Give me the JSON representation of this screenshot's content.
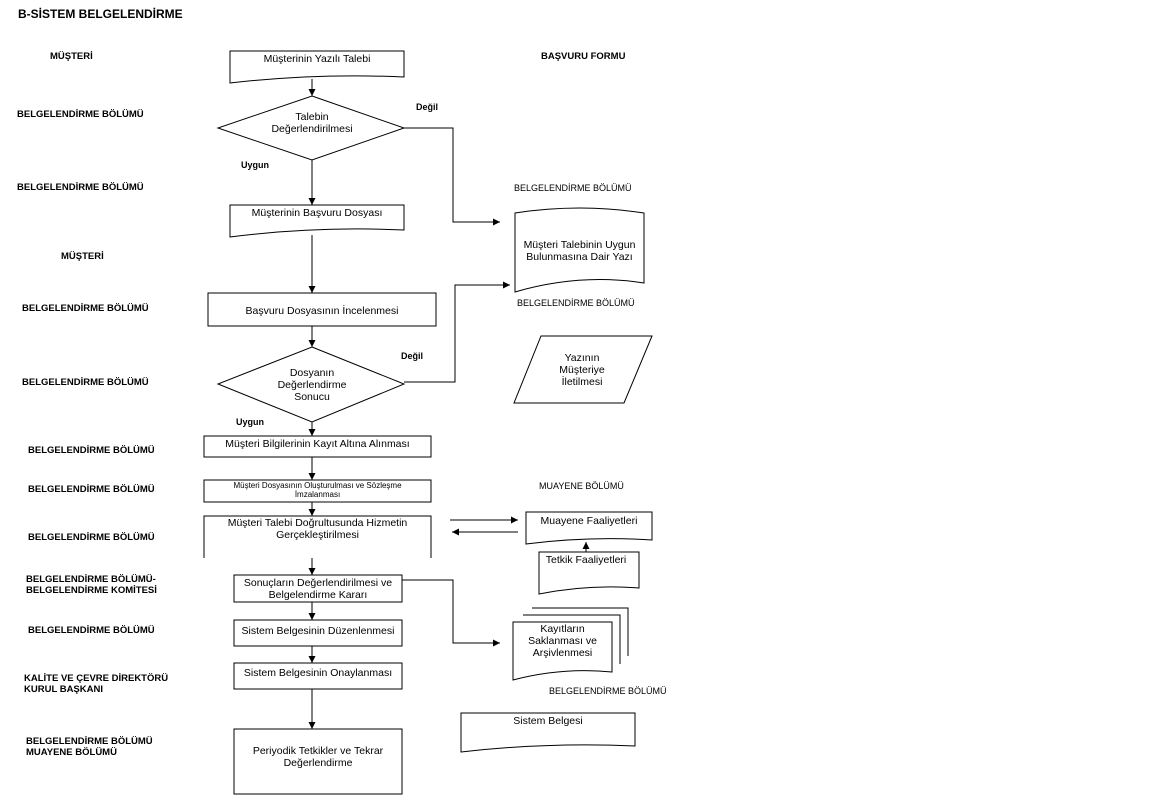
{
  "title": "B-SİSTEM BELGELENDİRME",
  "lanes": [
    {
      "label": "MÜŞTERİ"
    },
    {
      "label": "BELGELENDİRME BÖLÜMÜ"
    },
    {
      "label": "BELGELENDİRME BÖLÜMÜ"
    },
    {
      "label": "MÜŞTERİ"
    },
    {
      "label": "BELGELENDİRME BÖLÜMÜ"
    },
    {
      "label": "BELGELENDİRME BÖLÜMÜ"
    },
    {
      "label": "BELGELENDİRME BÖLÜMÜ"
    },
    {
      "label": "BELGELENDİRME BÖLÜMÜ"
    },
    {
      "label": "BELGELENDİRME BÖLÜMÜ"
    },
    {
      "label1": "BELGELENDİRME BÖLÜMÜ-",
      "label2": "BELGELENDİRME KOMİTESİ"
    },
    {
      "label": "BELGELENDİRME BÖLÜMÜ"
    },
    {
      "label1": "KALİTE VE ÇEVRE DİREKTÖRÜ",
      "label2": "KURUL BAŞKANI"
    },
    {
      "label1": "BELGELENDİRME BÖLÜMÜ",
      "label2": "MUAYENE BÖLÜMÜ"
    }
  ],
  "nodes": {
    "written_request": "Müşterinin Yazılı Talebi",
    "request_eval_1": "Talebin",
    "request_eval_2": "Değerlendirilmesi",
    "application_file": "Müşterinin Başvuru Dosyası",
    "file_review": "Başvuru Dosyasının İncelenmesi",
    "file_eval_1": "Dosyanın",
    "file_eval_2": "Değerlendirme",
    "file_eval_3": "Sonucu",
    "record_info": "Müşteri Bilgilerinin Kayıt Altına Alınması",
    "contract_1": "Müşteri Dosyasının Oluşturulması ve Sözleşme",
    "contract_2": "İmzalanması",
    "service_1": "Müşteri Talebi Doğrultusunda Hizmetin",
    "service_2": "Gerçekleştirilmesi",
    "results_1": "Sonuçların Değerlendirilmesi ve",
    "results_2": "Belgelendirme Kararı",
    "cert_issue": "Sistem Belgesinin Düzenlenmesi",
    "cert_approve": "Sistem Belgesinin Onaylanması",
    "periodic_1": "Periyodik Tetkikler ve Tekrar",
    "periodic_2": "Değerlendirme"
  },
  "edge_labels": {
    "no_1": "Değil",
    "yes_1": "Uygun",
    "no_2": "Değil",
    "yes_2": "Uygun"
  },
  "side": {
    "application_form": "BAŞVURU FORMU",
    "dept_1": "BELGELENDİRME BÖLÜMÜ",
    "letter_1": "Müşteri Talebinin Uygun",
    "letter_2": "Bulunmasına Dair Yazı",
    "dept_2": "BELGELENDİRME BÖLÜMÜ",
    "transmit_1": "Yazının",
    "transmit_2": "Müşteriye",
    "transmit_3": "İletilmesi",
    "inspection_dept": "MUAYENE BÖLÜMÜ",
    "inspection_activities": "Muayene Faaliyetleri",
    "audit_activities": "Tetkik Faaliyetleri",
    "records_1": "Kayıtların",
    "records_2": "Saklanması ve",
    "records_3": "Arşivlenmesi",
    "dept_3": "BELGELENDİRME BÖLÜMÜ",
    "system_certificate": "Sistem Belgesi"
  }
}
